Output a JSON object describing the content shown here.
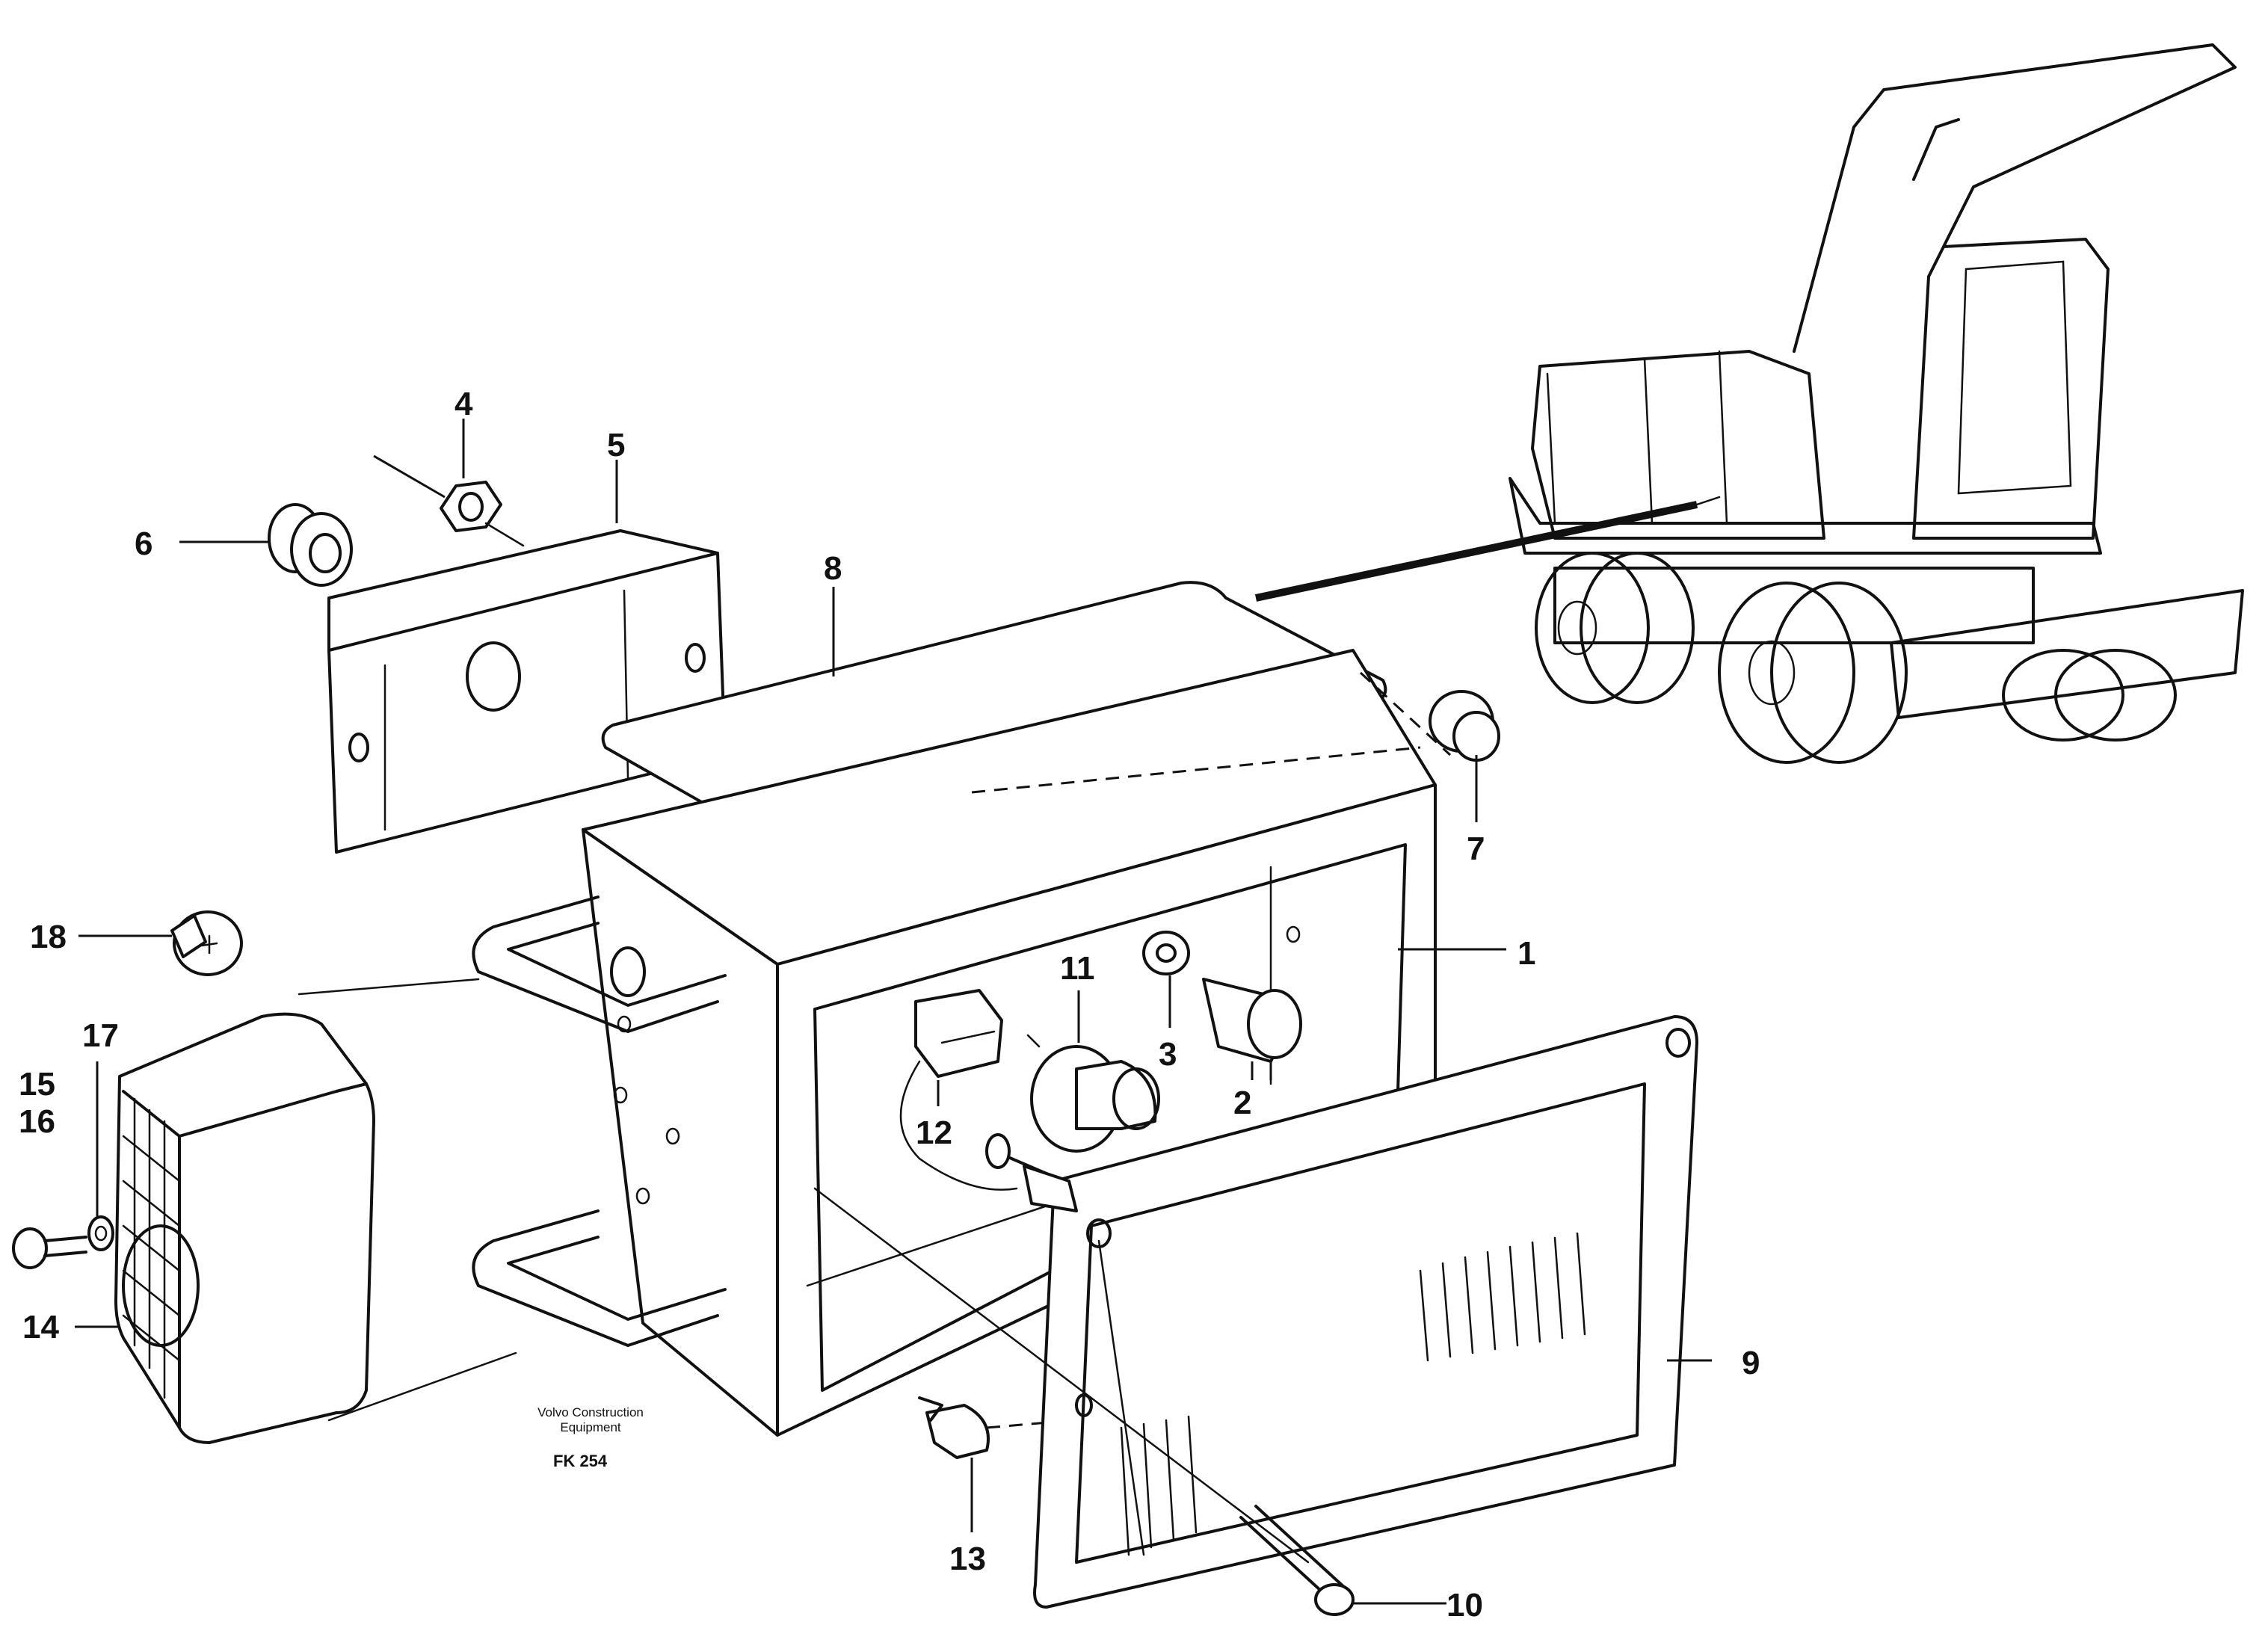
{
  "diagram": {
    "caption": {
      "brand_line1": "Volvo Construction",
      "brand_line2": "Equipment",
      "figure_ref": "FK 254"
    },
    "callouts": [
      "1",
      "2",
      "3",
      "4",
      "5",
      "6",
      "7",
      "8",
      "9",
      "10",
      "11",
      "12",
      "13",
      "14",
      "15",
      "16",
      "17",
      "18"
    ]
  }
}
